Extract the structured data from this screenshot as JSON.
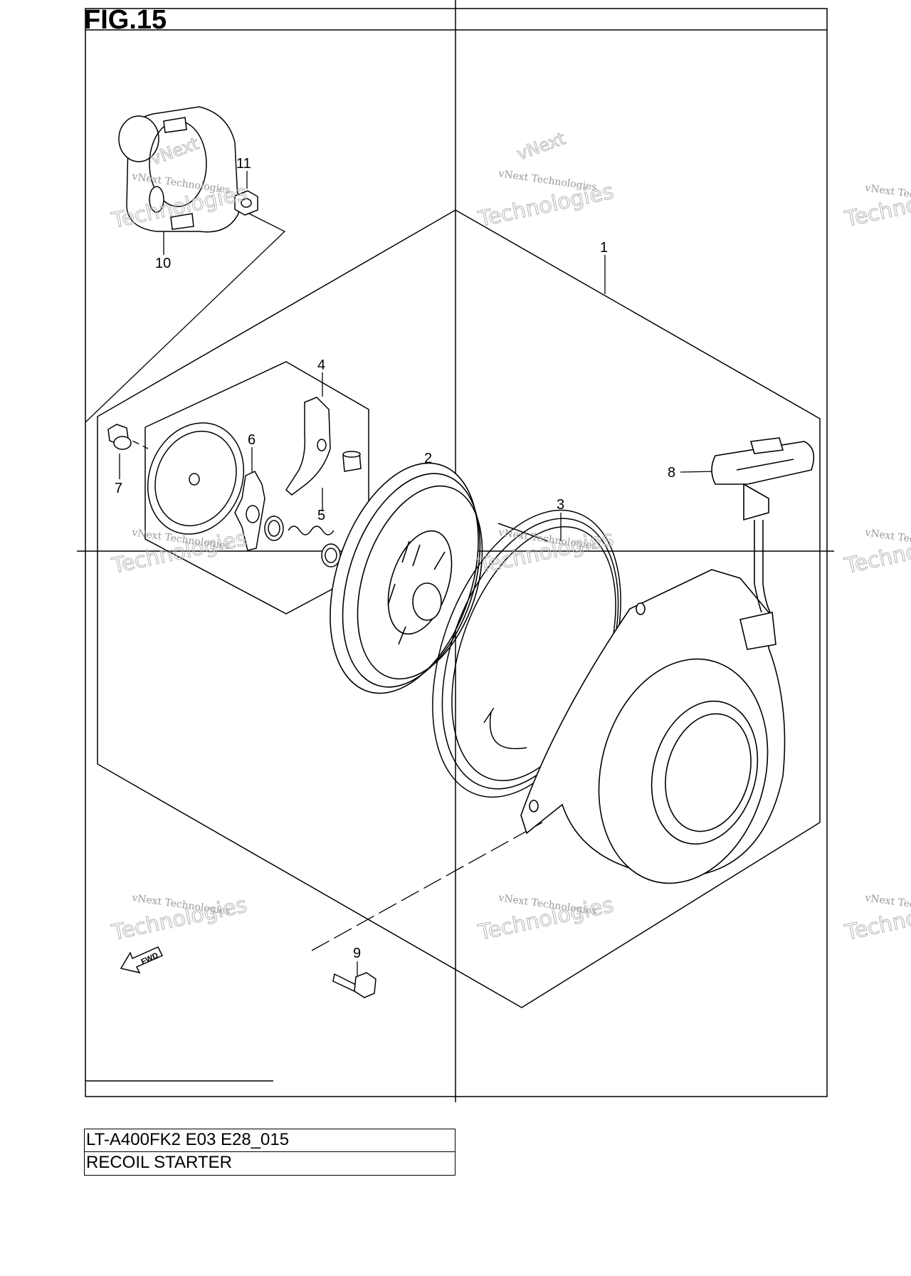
{
  "figure": {
    "label": "FIG.15"
  },
  "callouts": {
    "p1": "1",
    "p2": "2",
    "p3": "3",
    "p4": "4",
    "p5": "5",
    "p6": "6",
    "p7": "7",
    "p8": "8",
    "p9": "9",
    "p10": "10",
    "p11": "11"
  },
  "fwd_label": "FWD",
  "watermark": {
    "small": "vNext Technologies",
    "big": "Technologies",
    "top": "vNext"
  },
  "info": {
    "model_code": "LT-A400FK2 E03 E28_015",
    "title": "RECOIL STARTER"
  }
}
